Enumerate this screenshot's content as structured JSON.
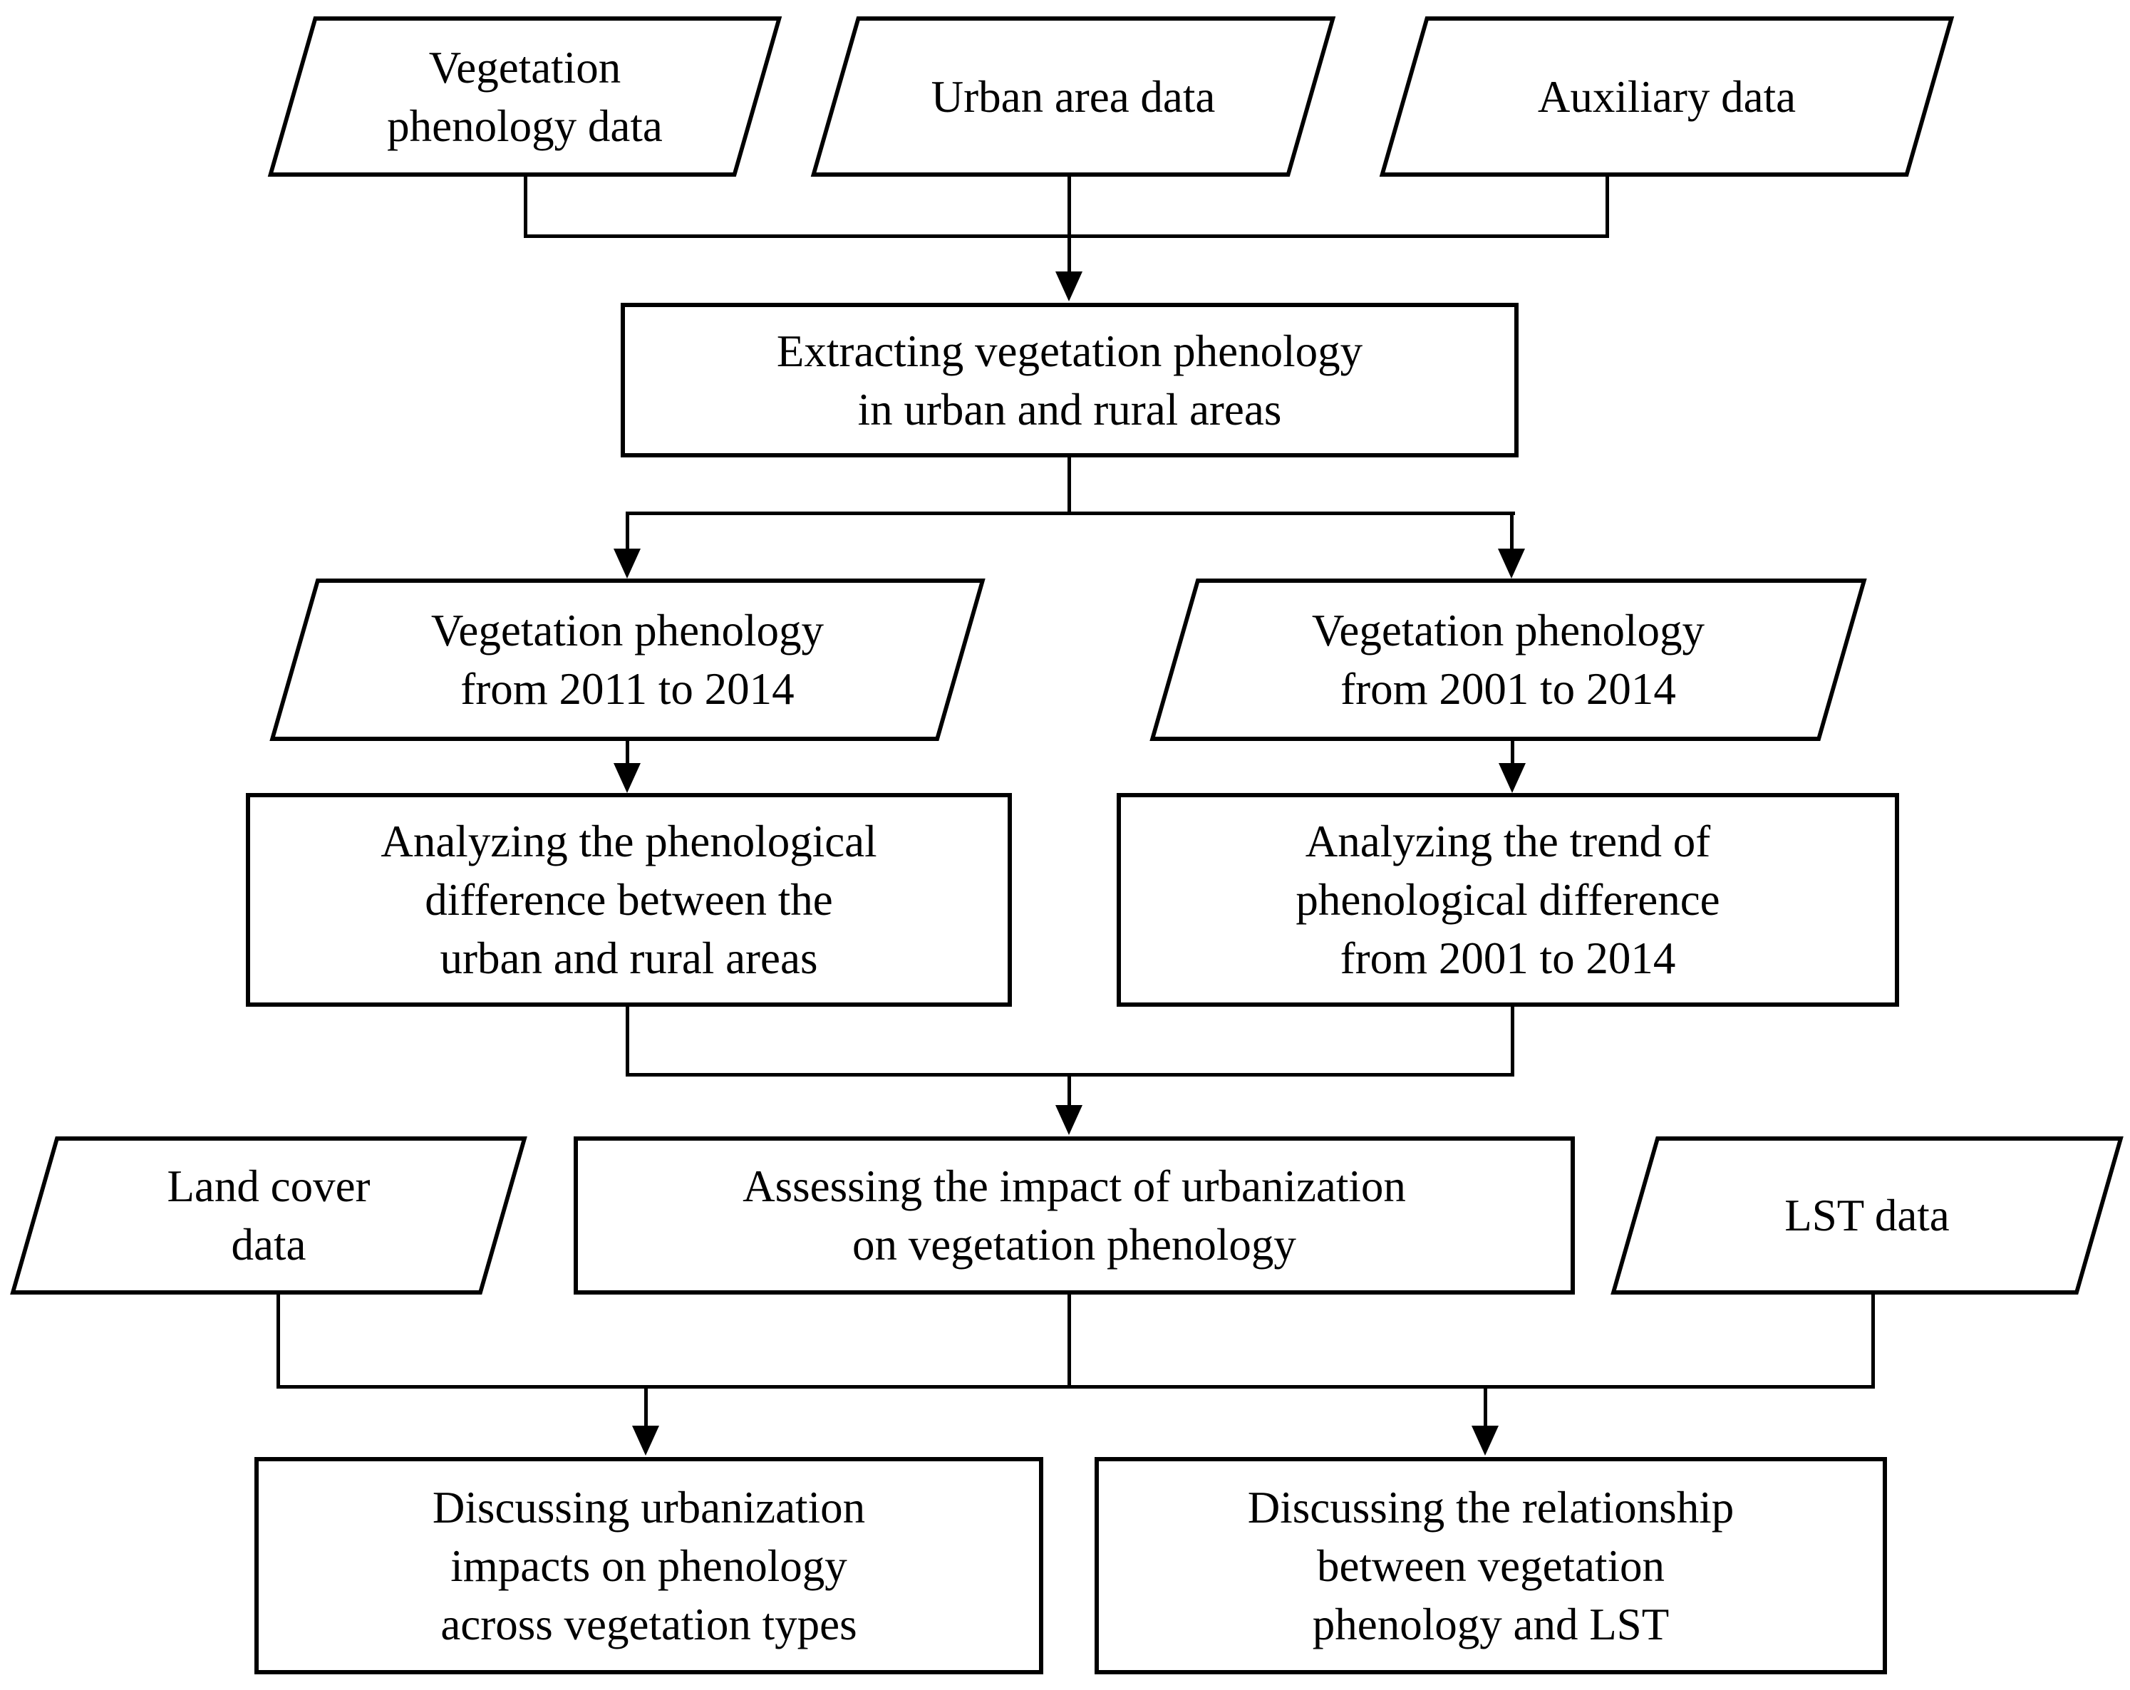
{
  "diagram": {
    "colors": {
      "background": "#ffffff",
      "line": "#000000",
      "text": "#000000"
    },
    "nodes": {
      "vegetation_phenology_data": {
        "shape": "parallelogram",
        "text": "Vegetation\nphenology data"
      },
      "urban_area_data": {
        "shape": "parallelogram",
        "text": "Urban area data"
      },
      "auxiliary_data": {
        "shape": "parallelogram",
        "text": "Auxiliary data"
      },
      "extracting_phenology": {
        "shape": "rectangle",
        "text": "Extracting vegetation phenology\nin urban and rural areas"
      },
      "phenology_2011_2014": {
        "shape": "parallelogram",
        "text": "Vegetation phenology\nfrom 2011 to 2014"
      },
      "phenology_2001_2014": {
        "shape": "parallelogram",
        "text": "Vegetation phenology\nfrom 2001 to 2014"
      },
      "analyzing_difference": {
        "shape": "rectangle",
        "text": "Analyzing the phenological\ndifference between the\nurban and rural areas"
      },
      "analyzing_trend": {
        "shape": "rectangle",
        "text": "Analyzing the trend of\nphenological difference\nfrom 2001 to 2014"
      },
      "land_cover_data": {
        "shape": "parallelogram",
        "text": "Land cover\ndata"
      },
      "assessing_impact": {
        "shape": "rectangle",
        "text": "Assessing the impact of urbanization\non vegetation phenology"
      },
      "lst_data": {
        "shape": "parallelogram",
        "text": "LST data"
      },
      "discussing_vegetation_types": {
        "shape": "rectangle",
        "text": "Discussing urbanization\nimpacts on phenology\nacross vegetation types"
      },
      "discussing_lst_relationship": {
        "shape": "rectangle",
        "text": "Discussing the relationship\nbetween vegetation\nphenology and LST"
      }
    }
  }
}
